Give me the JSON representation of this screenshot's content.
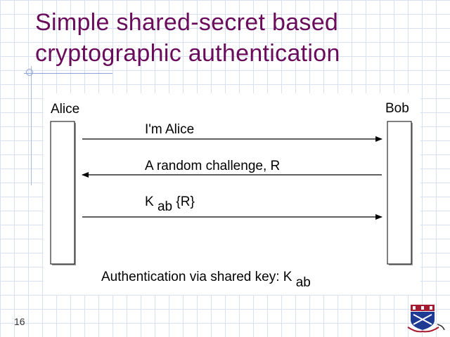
{
  "slide": {
    "title_line1": "Simple shared-secret based",
    "title_line2": "cryptographic authentication",
    "page_number": "16"
  },
  "diagram": {
    "party_left": "Alice",
    "party_right": "Bob",
    "messages": [
      {
        "direction": "right",
        "text": "I'm Alice"
      },
      {
        "direction": "left",
        "text": "A random challenge, R"
      },
      {
        "direction": "right",
        "key": "K",
        "key_subscript": "ab",
        "payload": "{R}"
      }
    ],
    "caption": "Authentication via shared key: ",
    "caption_key": "K",
    "caption_key_subscript": "ab"
  },
  "colors": {
    "title": "#6a0c5c",
    "grid": "#d8e0f2",
    "logo_red": "#a6192e",
    "logo_blue": "#1f3a93"
  },
  "logo": {
    "icon": "university-shield-icon"
  }
}
